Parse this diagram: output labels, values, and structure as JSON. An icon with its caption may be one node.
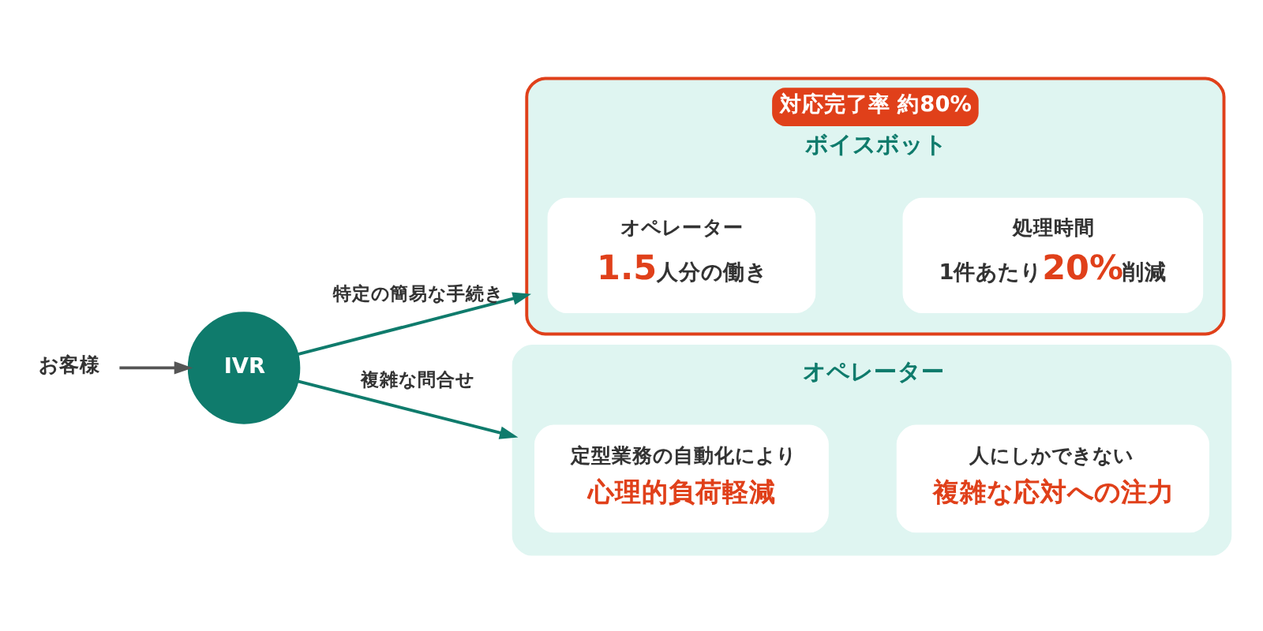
{
  "diagram": {
    "nodes": [
      {
        "text": [
          "お客様"
        ]
      },
      {
        "text": [
          "IVR"
        ]
      },
      {
        "text": [
          "対応完了率 約80%",
          "ボイスボット"
        ]
      },
      {
        "text": [
          "オペレーター",
          "**1.5**人分の働き"
        ],
        "in": 2
      },
      {
        "text": [
          "処理時間",
          "1件あたり**20%**削減"
        ],
        "in": 2
      },
      {
        "text": [
          "オペレーター"
        ]
      },
      {
        "text": [
          "定型業務の自動化により",
          "心理的負荷軽減"
        ],
        "in": 5
      },
      {
        "text": [
          "人にしかできない",
          "複雑な応対への注力"
        ],
        "in": 5
      }
    ],
    "edges": [
      {
        "from": 0,
        "to": 1,
        "arrow": "to",
        "color": "#555555"
      },
      {
        "from": 1,
        "to": 2,
        "arrow": "to",
        "label": "特定の簡易な手続き"
      },
      {
        "from": 1,
        "to": 5,
        "arrow": "to",
        "label": "複雑な問合せ"
      }
    ]
  }
}
